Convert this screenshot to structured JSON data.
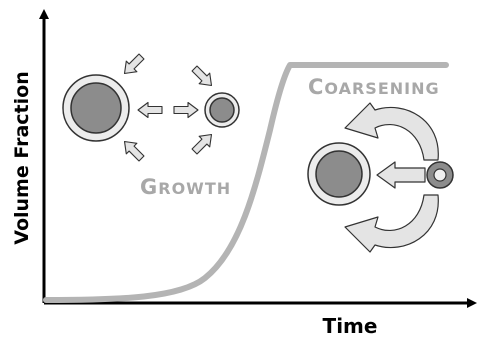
{
  "axes": {
    "x_label": "Time",
    "y_label": "Volume Fraction"
  },
  "labels": {
    "growth_cap": "G",
    "growth_rest": "ROWTH",
    "coarsening_cap": "C",
    "coarsening_rest": "OARSENING"
  },
  "colors": {
    "curve": "#b4b4b4",
    "particle_fill": "#8c8c8c",
    "particle_ring": "#ececec",
    "arrow_fill": "#e4e4e4",
    "outline": "#222222",
    "axis": "#000000"
  },
  "icons": {
    "left_arrows": "diffusion-arrow-icon",
    "loop_arrows": "curved-arrow-icon"
  }
}
